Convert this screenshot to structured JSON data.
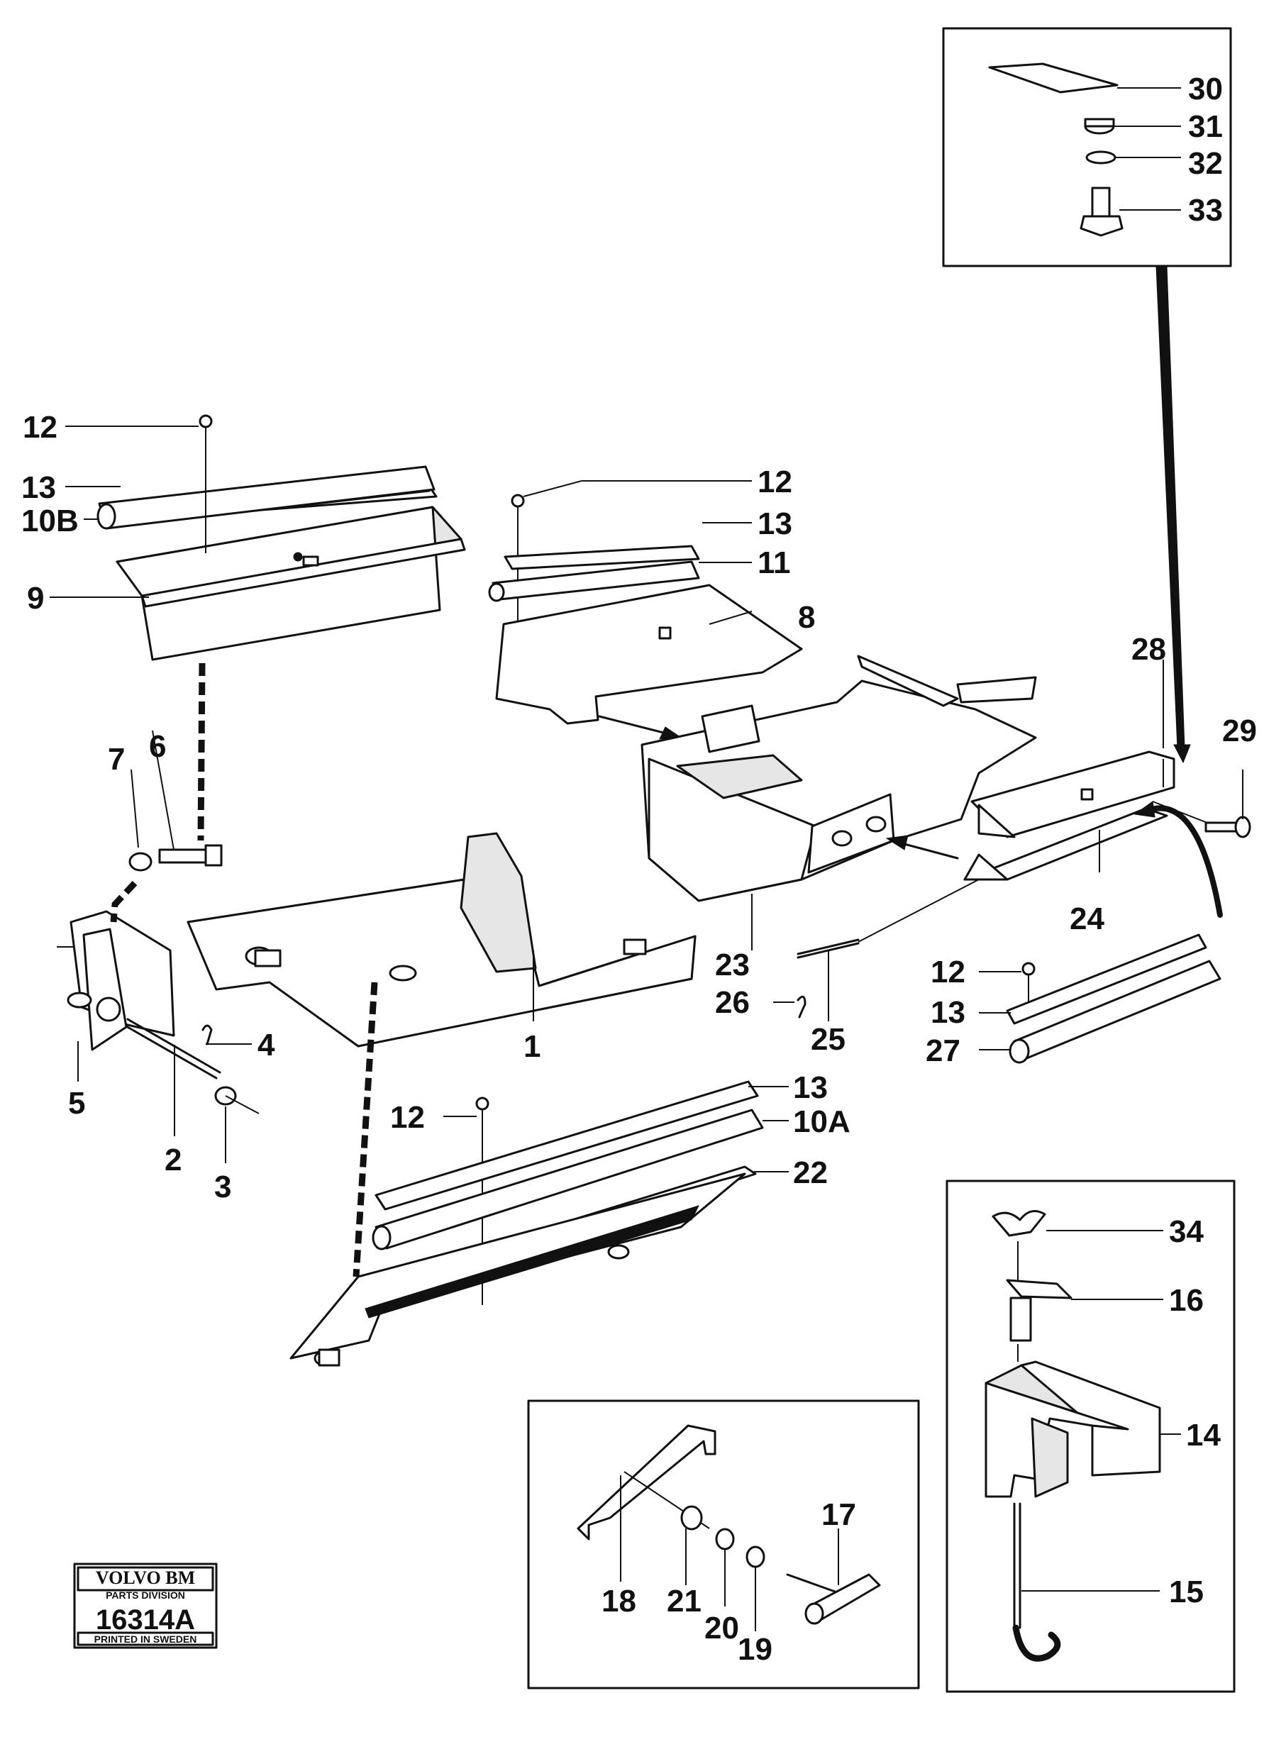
{
  "labels": {
    "l1": "1",
    "l2": "2",
    "l3": "3",
    "l4": "4",
    "l5": "5",
    "l6": "6",
    "l7": "7",
    "l8": "8",
    "l9": "9",
    "l10a": "10A",
    "l10b": "10B",
    "l11": "11",
    "l12a": "12",
    "l12b": "12",
    "l12c": "12",
    "l12d": "12",
    "l13a": "13",
    "l13b": "13",
    "l13c": "13",
    "l13d": "13",
    "l14": "14",
    "l15": "15",
    "l16": "16",
    "l17": "17",
    "l18": "18",
    "l19": "19",
    "l20": "20",
    "l21": "21",
    "l22": "22",
    "l23": "23",
    "l24": "24",
    "l25": "25",
    "l26": "26",
    "l27": "27",
    "l28": "28",
    "l29": "29",
    "l30": "30",
    "l31": "31",
    "l32": "32",
    "l33": "33",
    "l34": "34"
  },
  "logo": {
    "brand": "VOLVO BM",
    "division": "PARTS DIVISION",
    "number": "16314A",
    "printed": "PRINTED IN SWEDEN"
  }
}
